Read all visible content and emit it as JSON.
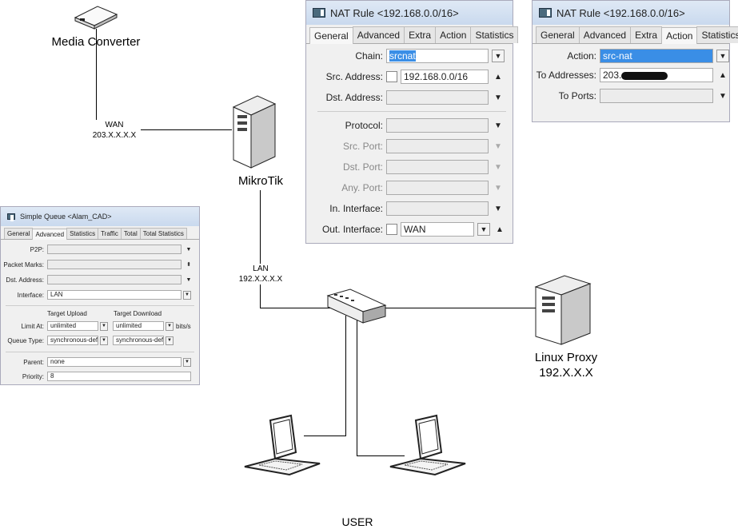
{
  "diagram": {
    "media_converter": "Media Converter",
    "wan_label": "WAN",
    "wan_ip": "203.X.X.X.X",
    "mikrotik": "MikroTik",
    "lan_label": "LAN",
    "lan_ip": "192.X.X.X.X",
    "linux_proxy": "Linux Proxy",
    "linux_proxy_ip": "192.X.X.X",
    "user": "USER"
  },
  "nat_general": {
    "title": "NAT Rule <192.168.0.0/16>",
    "tabs": [
      "General",
      "Advanced",
      "Extra",
      "Action",
      "Statistics"
    ],
    "active_tab": "General",
    "fields": {
      "chain": {
        "label": "Chain:",
        "value": "srcnat"
      },
      "src_address": {
        "label": "Src. Address:",
        "value": "192.168.0.0/16"
      },
      "dst_address": {
        "label": "Dst. Address:",
        "value": ""
      },
      "protocol": {
        "label": "Protocol:",
        "value": ""
      },
      "src_port": {
        "label": "Src. Port:",
        "value": ""
      },
      "dst_port": {
        "label": "Dst. Port:",
        "value": ""
      },
      "any_port": {
        "label": "Any. Port:",
        "value": ""
      },
      "in_interface": {
        "label": "In. Interface:",
        "value": ""
      },
      "out_interface": {
        "label": "Out. Interface:",
        "value": "WAN"
      }
    }
  },
  "nat_action": {
    "title": "NAT Rule <192.168.0.0/16>",
    "tabs": [
      "General",
      "Advanced",
      "Extra",
      "Action",
      "Statistics"
    ],
    "active_tab": "Action",
    "fields": {
      "action": {
        "label": "Action:",
        "value": "src-nat"
      },
      "to_addresses": {
        "label": "To Addresses:",
        "value": "203."
      },
      "to_ports": {
        "label": "To Ports:",
        "value": ""
      }
    }
  },
  "queue": {
    "title": "Simple Queue <Alam_CAD>",
    "tabs": [
      "General",
      "Advanced",
      "Statistics",
      "Traffic",
      "Total",
      "Total Statistics"
    ],
    "active_tab": "Advanced",
    "p2p": "P2P:",
    "packet_marks": "Packet Marks:",
    "dst_address": "Dst. Address:",
    "interface": {
      "label": "Interface:",
      "value": "LAN"
    },
    "target_upload": "Target Upload",
    "target_download": "Target Download",
    "limit_at": {
      "label": "Limit At:",
      "upload": "unlimited",
      "download": "unlimited",
      "unit": "bits/s"
    },
    "queue_type": {
      "label": "Queue Type:",
      "upload": "synchronous-default",
      "download": "synchronous-default"
    },
    "parent": {
      "label": "Parent:",
      "value": "none"
    },
    "priority": {
      "label": "Priority:",
      "value": "8"
    }
  }
}
